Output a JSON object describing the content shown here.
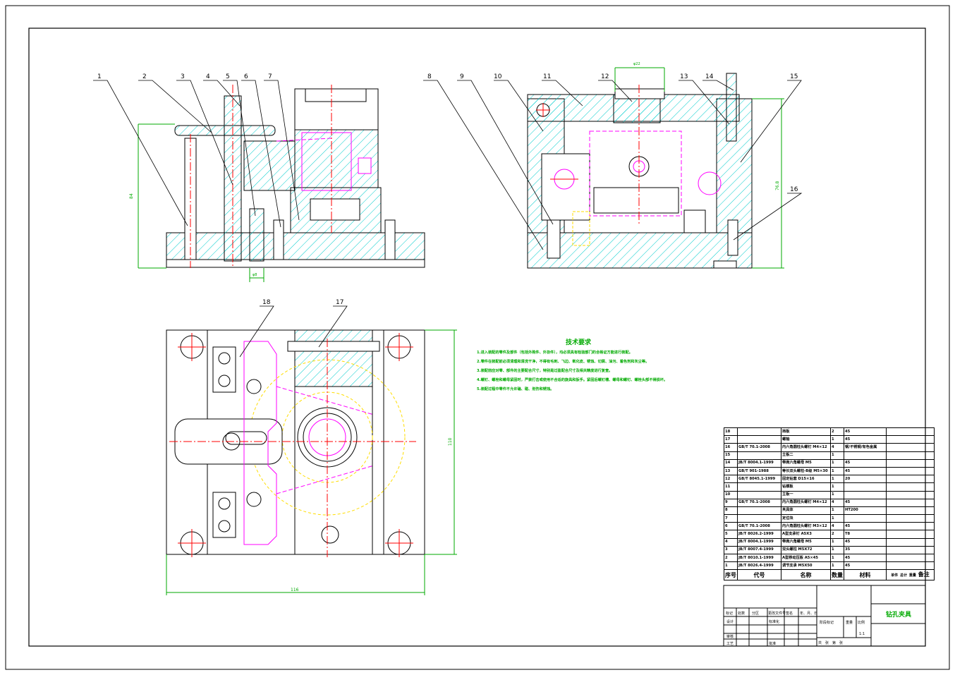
{
  "balloons": [
    "1",
    "2",
    "3",
    "4",
    "5",
    "6",
    "7",
    "8",
    "9",
    "10",
    "11",
    "12",
    "13",
    "14",
    "15",
    "16",
    "17",
    "18"
  ],
  "dims": {
    "front_height": "84",
    "front_bottom": "φ8",
    "side_height": "76.8",
    "side_top": "φ22",
    "plan_width": "116",
    "plan_height": "110"
  },
  "tech": {
    "title": "技术要求",
    "items": [
      "1.进入装配的零件及部件（包括外购件、外协件），均必须具有检验部门的合格证方能进行装配。",
      "2.零件在装配前必须清理和清洗干净，不得有毛刺、飞边、氧化皮、锈蚀、切屑、油污、着色剂和灰尘等。",
      "3.装配前应对零、部件的主要配合尺寸，特别是过盈配合尺寸及相关精度进行复查。",
      "4.螺钉、螺栓和螺母紧固时，严禁打击或使用不合适的旋具和扳手。紧固后螺钉槽、螺母和螺钉、螺栓头部不得损坏。",
      "5.装配过程中零件不允许磕、碰、划伤和锈蚀。"
    ]
  },
  "bom": {
    "rows": [
      [
        "18",
        "",
        "挡板",
        "2",
        "45",
        ""
      ],
      [
        "17",
        "",
        "螺轴",
        "1",
        "45",
        ""
      ],
      [
        "16",
        "GB/T 70.1-2008",
        "内六角圆柱头螺钉 M4×12",
        "4",
        "钢/不锈钢/有色金属",
        ""
      ],
      [
        "15",
        "",
        "立板二",
        "1",
        "",
        ""
      ],
      [
        "14",
        "JB/T 8004.1-1999",
        "带肩六角螺母 M5",
        "1",
        "45",
        ""
      ],
      [
        "13",
        "GB/T 901-1988",
        "等长双头螺柱-B级 M5×30",
        "1",
        "45",
        ""
      ],
      [
        "12",
        "GB/T 8045.1-1999",
        "固定钻套 D15×16",
        "1",
        "20",
        ""
      ],
      [
        "11",
        "",
        "钻模板",
        "1",
        "",
        ""
      ],
      [
        "10",
        "",
        "立板一",
        "1",
        "",
        ""
      ],
      [
        "9",
        "GB/T 70.1-2008",
        "内六角圆柱头螺钉 M4×12",
        "4",
        "45",
        ""
      ],
      [
        "8",
        "",
        "夹具体",
        "1",
        "HT200",
        ""
      ],
      [
        "7",
        "",
        "定位块",
        "1",
        "",
        ""
      ],
      [
        "6",
        "GB/T 70.1-2008",
        "内六角圆柱头螺钉 M3×12",
        "4",
        "45",
        ""
      ],
      [
        "5",
        "JB/T 8026.2-1999",
        "A型支承钉 A5X3",
        "2",
        "T8",
        ""
      ],
      [
        "4",
        "JB/T 8004.1-1999",
        "带肩六角螺母 M5",
        "1",
        "45",
        ""
      ],
      [
        "3",
        "JB/T 8007.4-1999",
        "双头螺柱 M5X72",
        "1",
        "35",
        ""
      ],
      [
        "2",
        "JB/T 8010.1-1999",
        "A型移动压板 A5×45",
        "1",
        "45",
        ""
      ],
      [
        "1",
        "JB/T 8026.4-1999",
        "调节支承 M5X50",
        "1",
        "45",
        ""
      ]
    ],
    "header": {
      "seq": "序号",
      "code": "代号",
      "name": "名称",
      "qty": "数量",
      "material": "材料",
      "unit": "单件",
      "total": "总计",
      "weight": "重量",
      "remark": "备注"
    }
  },
  "title_block": {
    "title": "钻孔夹具",
    "mark": "标记",
    "count": "处数",
    "zone": "分区",
    "change_doc": "更改文件号",
    "sign": "签名",
    "date": "年、月、日",
    "design": "设计",
    "std": "标准化",
    "review": "审核",
    "process": "工艺",
    "approve": "批准",
    "stage": "阶段标记",
    "weight": "重量",
    "scale": "比例",
    "scale_val": "1:1",
    "sheets": "共　张　第　张"
  },
  "colors": {
    "outline": "#000000",
    "hatch": "#00cccc",
    "hidden": "#ff00ff",
    "dim": "#00aa00",
    "center": "#ff0000",
    "aux": "#ffdd00"
  }
}
